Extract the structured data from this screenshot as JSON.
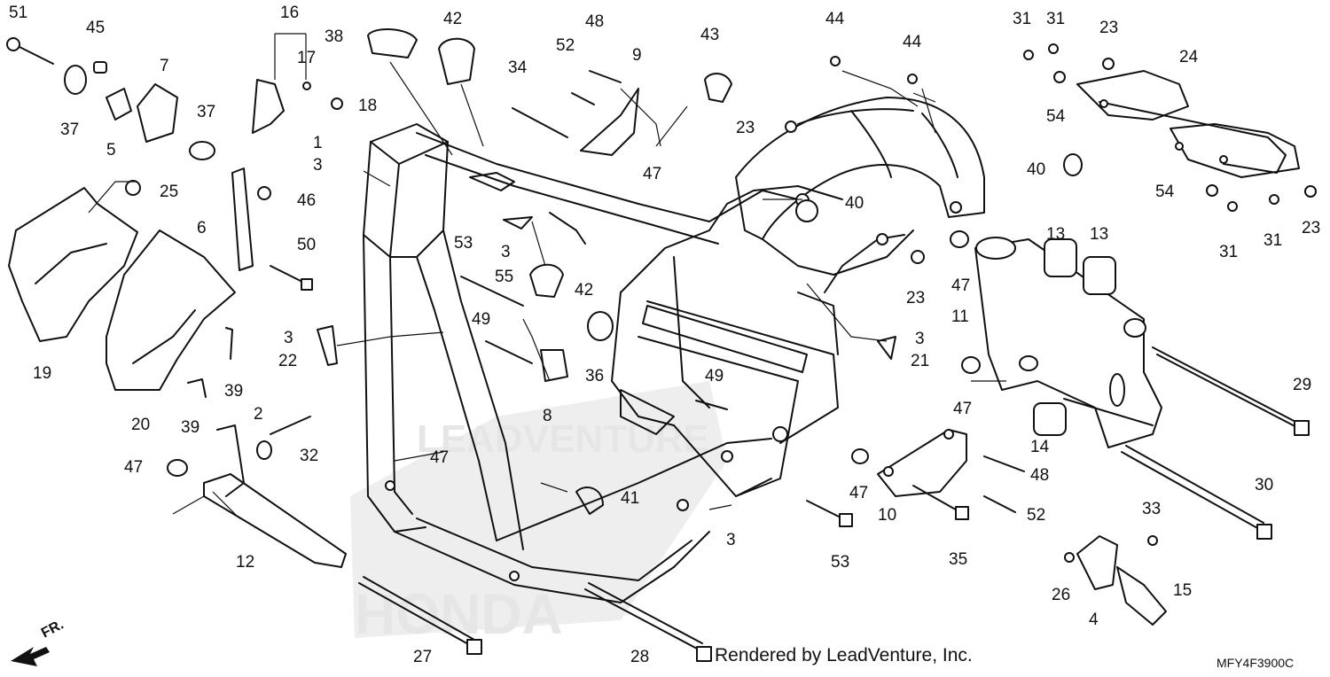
{
  "diagram": {
    "callouts": [
      {
        "id": "c51",
        "text": "51"
      },
      {
        "id": "c45",
        "text": "45"
      },
      {
        "id": "c7",
        "text": "7"
      },
      {
        "id": "c37a",
        "text": "37"
      },
      {
        "id": "c5",
        "text": "5"
      },
      {
        "id": "c16",
        "text": "16"
      },
      {
        "id": "c17",
        "text": "17"
      },
      {
        "id": "c18",
        "text": "18"
      },
      {
        "id": "c38",
        "text": "38"
      },
      {
        "id": "c42a",
        "text": "42"
      },
      {
        "id": "c48a",
        "text": "48"
      },
      {
        "id": "c52a",
        "text": "52"
      },
      {
        "id": "c9",
        "text": "9"
      },
      {
        "id": "c43",
        "text": "43"
      },
      {
        "id": "c44a",
        "text": "44"
      },
      {
        "id": "c44b",
        "text": "44"
      },
      {
        "id": "c31a",
        "text": "31"
      },
      {
        "id": "c31b",
        "text": "31"
      },
      {
        "id": "c23a",
        "text": "23"
      },
      {
        "id": "c24",
        "text": "24"
      },
      {
        "id": "c34",
        "text": "34"
      },
      {
        "id": "c37b",
        "text": "37"
      },
      {
        "id": "c1",
        "text": "1"
      },
      {
        "id": "c3a",
        "text": "3"
      },
      {
        "id": "c23b",
        "text": "23"
      },
      {
        "id": "c47a",
        "text": "47"
      },
      {
        "id": "c54a",
        "text": "54"
      },
      {
        "id": "c40a",
        "text": "40"
      },
      {
        "id": "c25",
        "text": "25"
      },
      {
        "id": "c46",
        "text": "46"
      },
      {
        "id": "c6",
        "text": "6"
      },
      {
        "id": "c40b",
        "text": "40"
      },
      {
        "id": "c54b",
        "text": "54"
      },
      {
        "id": "c23c",
        "text": "23"
      },
      {
        "id": "c13a",
        "text": "13"
      },
      {
        "id": "c13b",
        "text": "13"
      },
      {
        "id": "c3b",
        "text": "3"
      },
      {
        "id": "c53a",
        "text": "53"
      },
      {
        "id": "c50",
        "text": "50"
      },
      {
        "id": "c55",
        "text": "55"
      },
      {
        "id": "c42b",
        "text": "42"
      },
      {
        "id": "c31c",
        "text": "31"
      },
      {
        "id": "c31d",
        "text": "31"
      },
      {
        "id": "c47b",
        "text": "47"
      },
      {
        "id": "c23d",
        "text": "23"
      },
      {
        "id": "c11",
        "text": "11"
      },
      {
        "id": "c3c",
        "text": "3"
      },
      {
        "id": "c22",
        "text": "22"
      },
      {
        "id": "c49a",
        "text": "49"
      },
      {
        "id": "c19",
        "text": "19"
      },
      {
        "id": "c36",
        "text": "36"
      },
      {
        "id": "c3d",
        "text": "3"
      },
      {
        "id": "c21",
        "text": "21"
      },
      {
        "id": "c39a",
        "text": "39"
      },
      {
        "id": "c8",
        "text": "8"
      },
      {
        "id": "c49b",
        "text": "49"
      },
      {
        "id": "c47c",
        "text": "47"
      },
      {
        "id": "c29",
        "text": "29"
      },
      {
        "id": "c2",
        "text": "2"
      },
      {
        "id": "c20",
        "text": "20"
      },
      {
        "id": "c39b",
        "text": "39"
      },
      {
        "id": "c32",
        "text": "32"
      },
      {
        "id": "c14",
        "text": "14"
      },
      {
        "id": "c47d",
        "text": "47"
      },
      {
        "id": "c47e",
        "text": "47"
      },
      {
        "id": "c48b",
        "text": "48"
      },
      {
        "id": "c41",
        "text": "41"
      },
      {
        "id": "c47f",
        "text": "47"
      },
      {
        "id": "c10",
        "text": "10"
      },
      {
        "id": "c52b",
        "text": "52"
      },
      {
        "id": "c30",
        "text": "30"
      },
      {
        "id": "c3e",
        "text": "3"
      },
      {
        "id": "c33",
        "text": "33"
      },
      {
        "id": "c12",
        "text": "12"
      },
      {
        "id": "c53b",
        "text": "53"
      },
      {
        "id": "c35",
        "text": "35"
      },
      {
        "id": "c26",
        "text": "26"
      },
      {
        "id": "c15",
        "text": "15"
      },
      {
        "id": "c4",
        "text": "4"
      },
      {
        "id": "c27",
        "text": "27"
      },
      {
        "id": "c28",
        "text": "28"
      }
    ],
    "direction_label": "FR.",
    "watermark_logo": "HONDA",
    "watermark_text": "LEADVENTURE",
    "footer_rendered": "Rendered by LeadVenture, Inc.",
    "footer_code": "MFY4F3900C"
  }
}
